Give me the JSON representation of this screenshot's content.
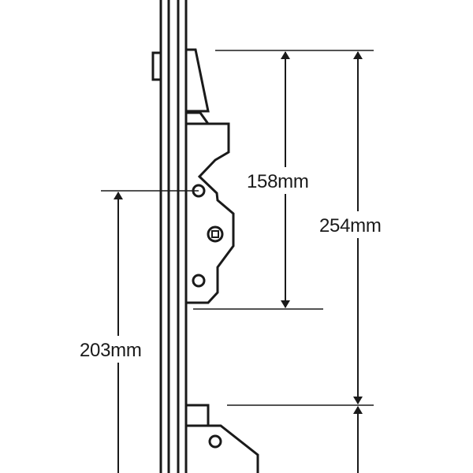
{
  "diagram": {
    "colors": {
      "line": "#1a1a1a",
      "background": "#ffffff"
    },
    "dimensions": [
      {
        "id": "upper-keep-span",
        "label": "158mm",
        "value_mm": 158
      },
      {
        "id": "keep-to-keep-span",
        "label": "254mm",
        "value_mm": 254
      },
      {
        "id": "spindle-height",
        "label": "203mm",
        "value_mm": 203
      }
    ]
  }
}
